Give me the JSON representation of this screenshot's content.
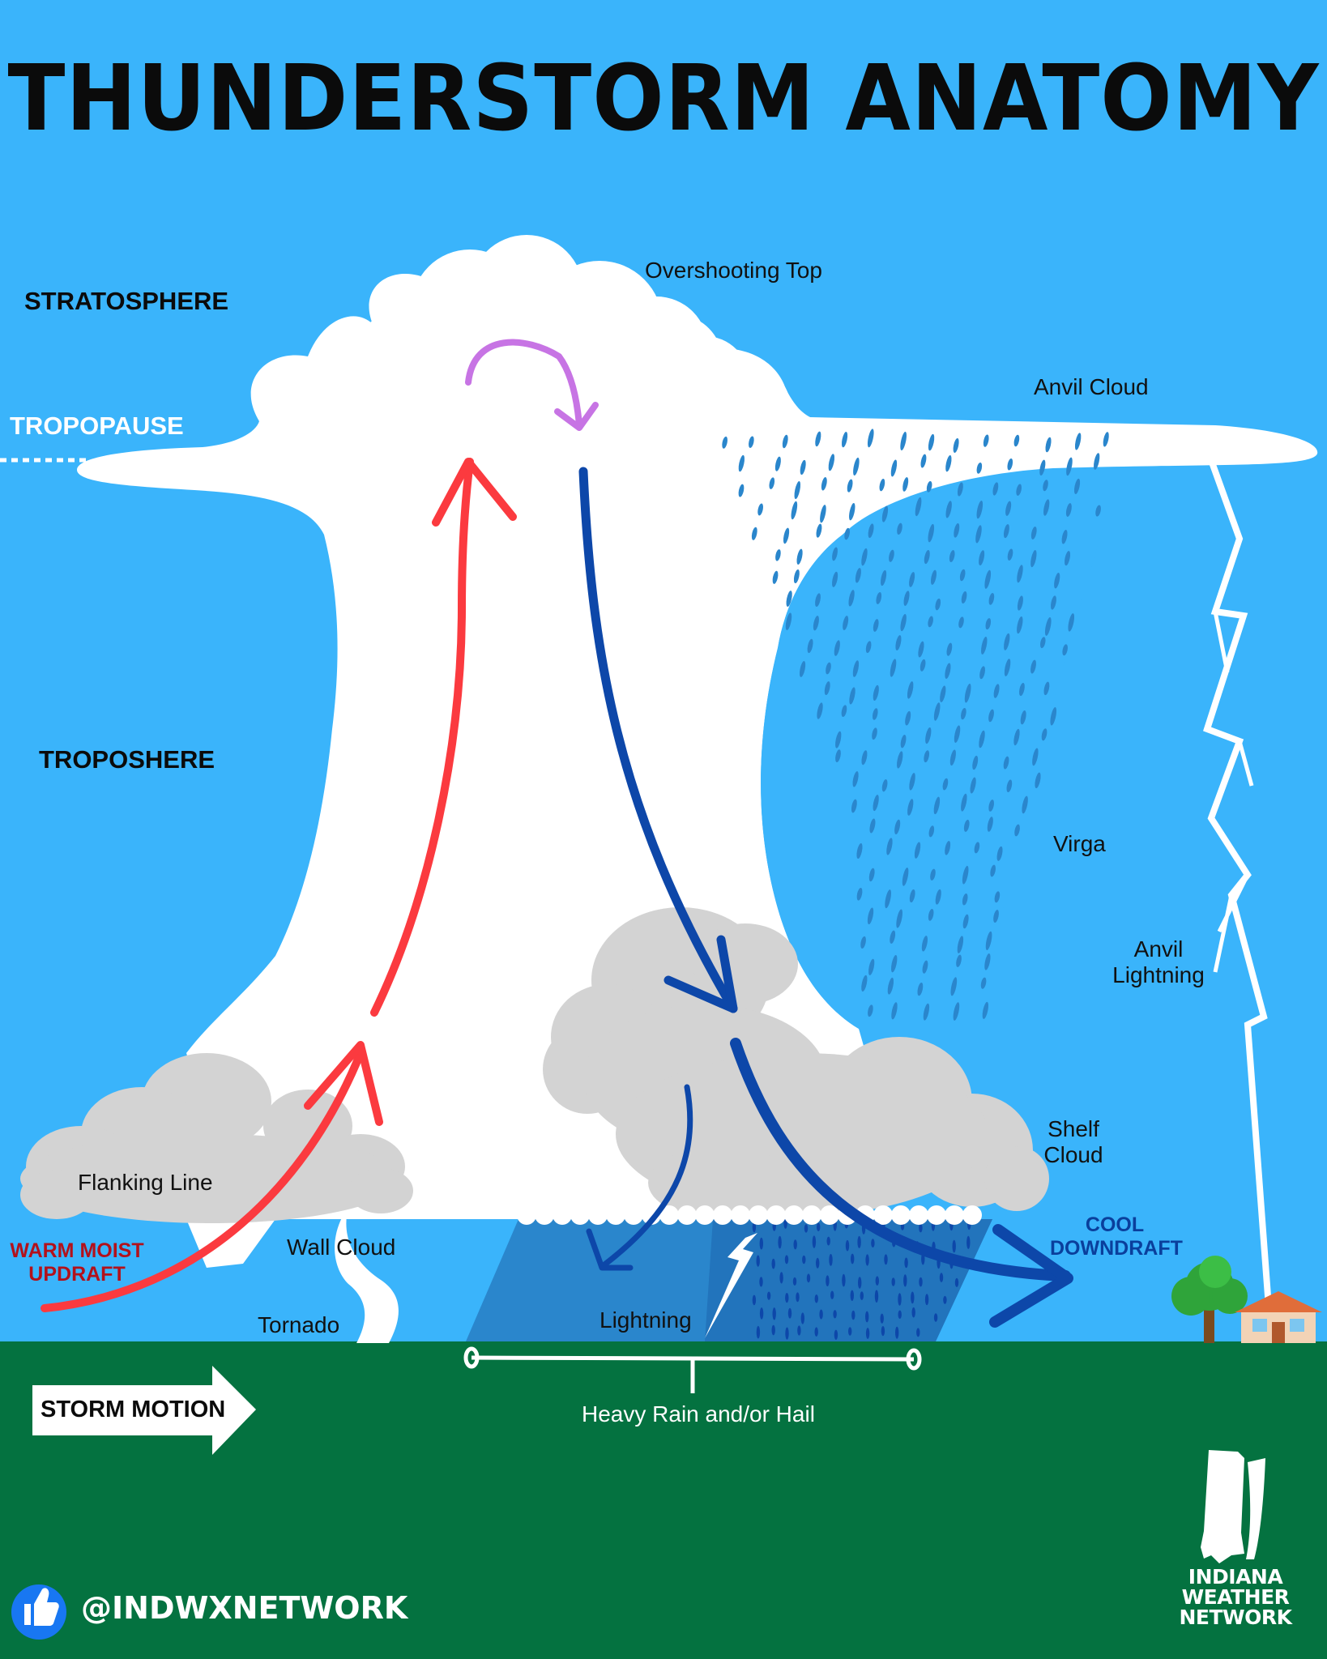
{
  "title": "THUNDERSTORM ANATOMY",
  "layers": {
    "stratosphere": "STRATOSPHERE",
    "tropopause": "TROPOPAUSE",
    "troposphere": "TROPOSHERE"
  },
  "features": {
    "overshooting_top": "Overshooting Top",
    "anvil_cloud": "Anvil Cloud",
    "virga": "Virga",
    "anvil_lightning_line1": "Anvil",
    "anvil_lightning_line2": "Lightning",
    "shelf_cloud_line1": "Shelf",
    "shelf_cloud_line2": "Cloud",
    "flanking_line": "Flanking Line",
    "wall_cloud": "Wall Cloud",
    "tornado": "Tornado",
    "lightning": "Lightning",
    "heavy_rain": "Heavy Rain and/or Hail"
  },
  "flows": {
    "updraft_line1": "WARM MOIST",
    "updraft_line2": "UPDRAFT",
    "downdraft_line1": "COOL",
    "downdraft_line2": "DOWNDRAFT"
  },
  "storm_motion": "STORM MOTION",
  "social_handle": "@INDWXNETWORK",
  "brand": {
    "line1": "INDIANA",
    "line2": "WEATHER",
    "line3": "NETWORK"
  },
  "colors": {
    "sky": "#3ab4fb",
    "ground": "#047240",
    "updraft": "#fb3a3f",
    "downdraft": "#0d47a9",
    "overshoot_arrow": "#c774e4",
    "rain": "#2a86cc",
    "grey_cloud": "#d3d3d3"
  }
}
